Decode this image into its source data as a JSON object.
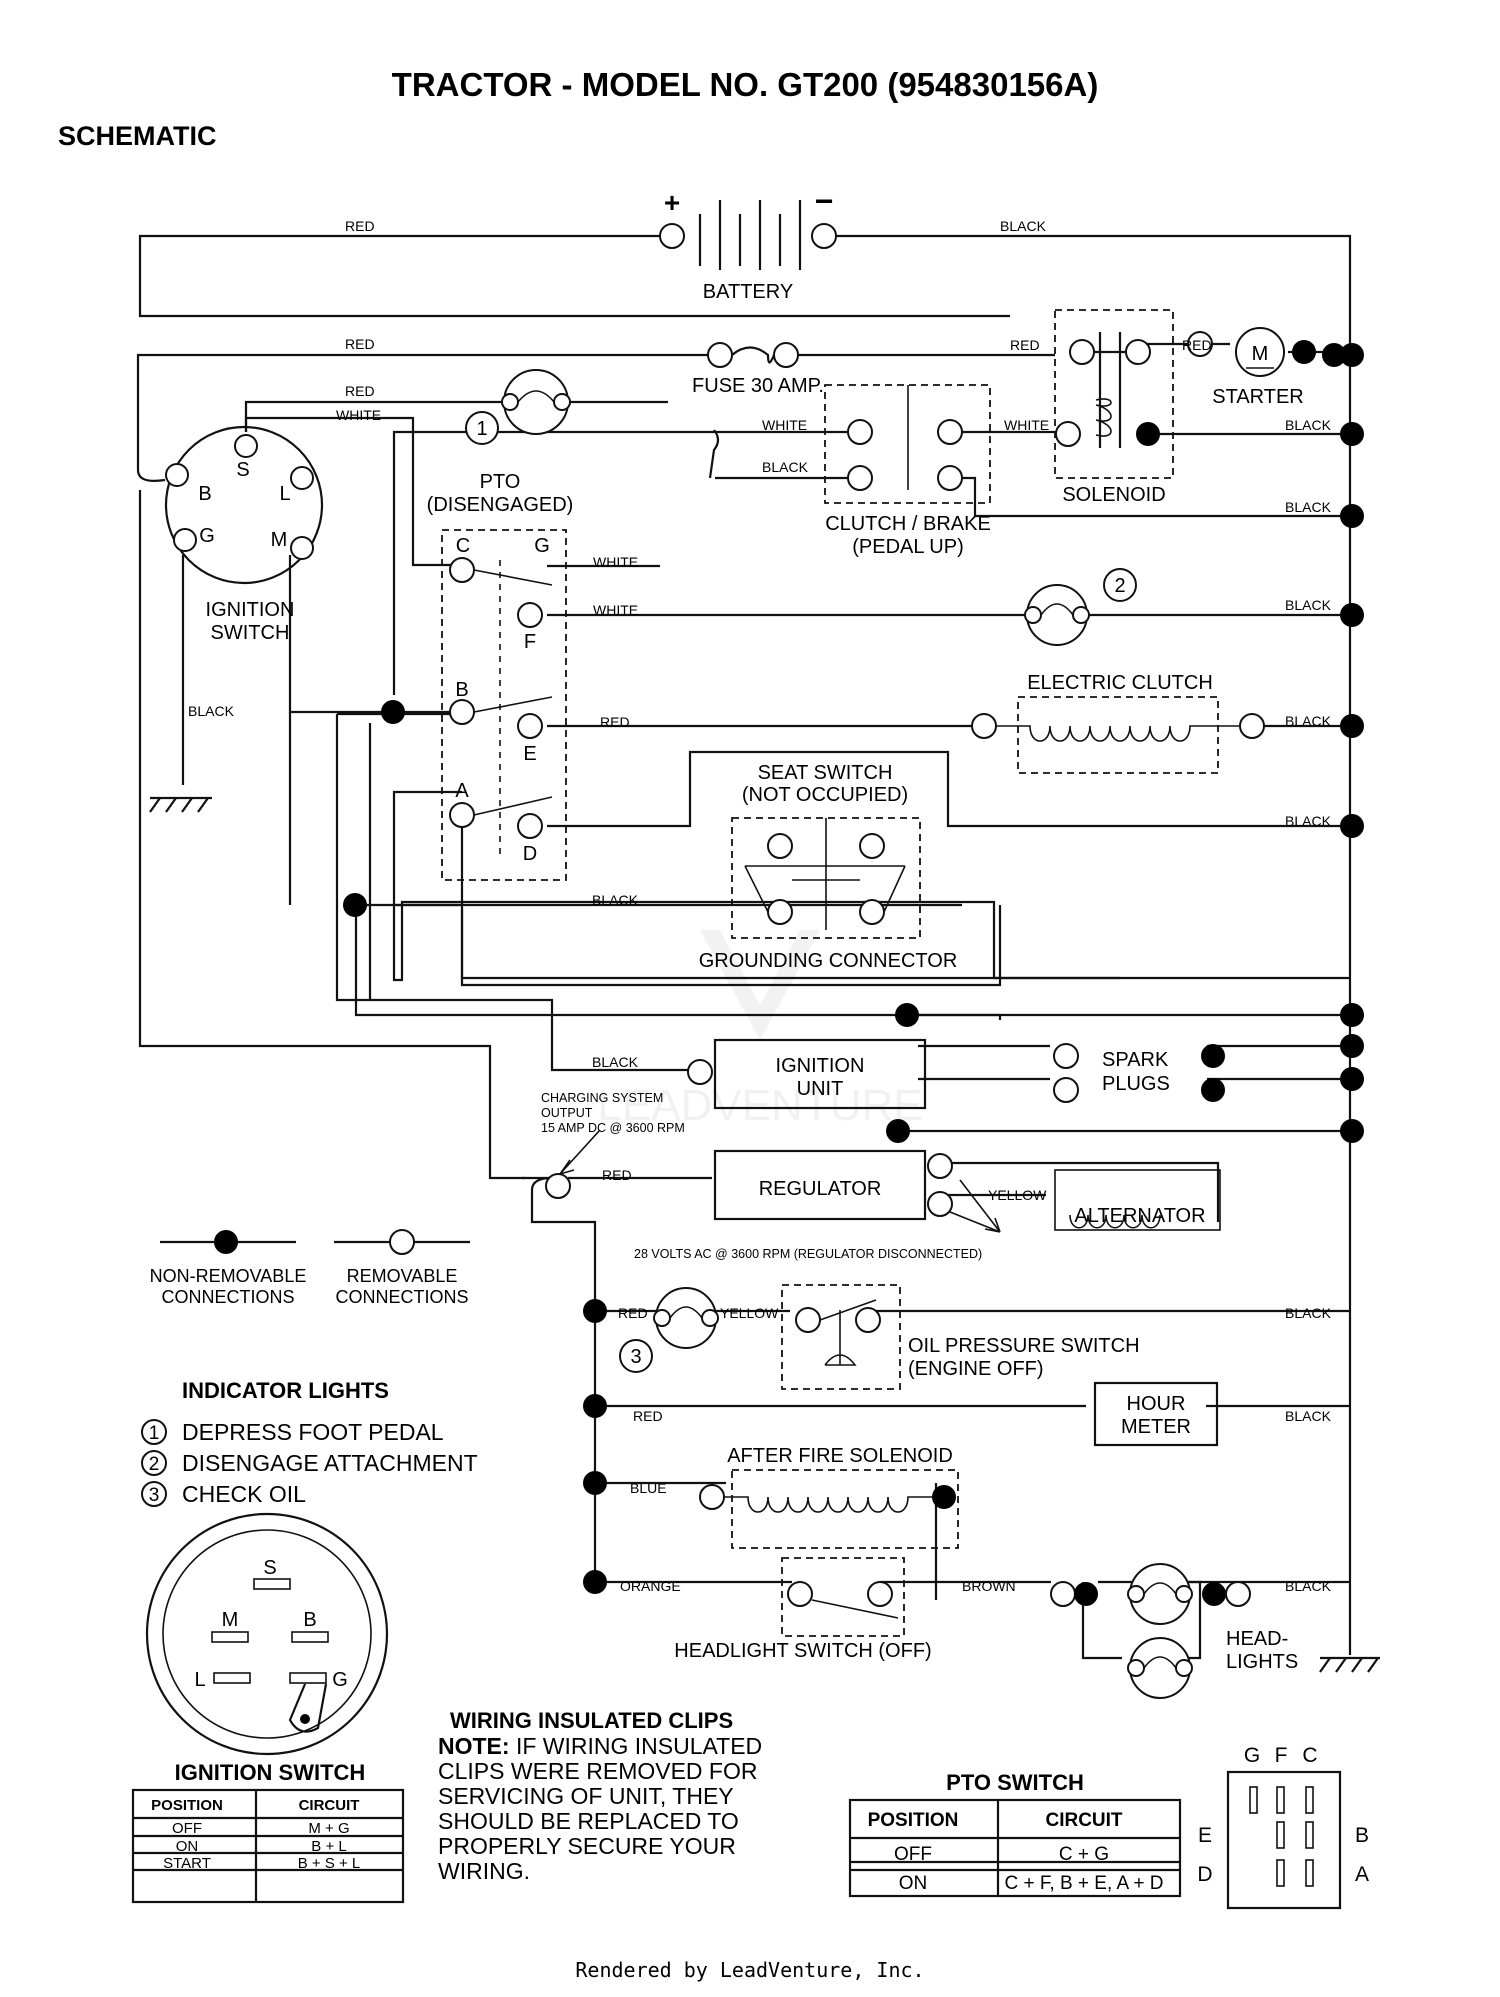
{
  "title": "TRACTOR - MODEL NO. GT200 (954830156A)",
  "subtitle": "SCHEMATIC",
  "components": {
    "battery": "BATTERY",
    "battery_pos": "+",
    "battery_neg": "−",
    "fuse": "FUSE 30 AMP.",
    "starter": "STARTER",
    "starter_motor": "M",
    "solenoid": "SOLENOID",
    "clutch_brake": [
      "CLUTCH / BRAKE",
      "(PEDAL UP)"
    ],
    "pto": [
      "PTO",
      "(DISENGAGED)"
    ],
    "ignition_switch": [
      "IGNITION",
      "SWITCH"
    ],
    "electric_clutch": "ELECTRIC CLUTCH",
    "seat_switch": [
      "SEAT SWITCH",
      "(NOT OCCUPIED)"
    ],
    "grounding_connector": "GROUNDING CONNECTOR",
    "ignition_unit": [
      "IGNITION",
      "UNIT"
    ],
    "spark_plugs": [
      "SPARK",
      "PLUGS"
    ],
    "regulator": "REGULATOR",
    "alternator": "ALTERNATOR",
    "charging_note": [
      "CHARGING SYSTEM",
      "OUTPUT",
      "15 AMP DC @ 3600 RPM"
    ],
    "ac_note": "28 VOLTS AC @ 3600 RPM (REGULATOR DISCONNECTED)",
    "oil_pressure": [
      "OIL PRESSURE SWITCH",
      "(ENGINE OFF)"
    ],
    "hour_meter": [
      "HOUR",
      "METER"
    ],
    "after_fire": "AFTER FIRE SOLENOID",
    "headlight_switch": "HEADLIGHT SWITCH (OFF)",
    "headlights": [
      "HEAD-",
      "LIGHTS"
    ]
  },
  "terminals": {
    "ignition": {
      "b": "B",
      "s": "S",
      "l": "L",
      "g": "G",
      "m": "M"
    },
    "pto": {
      "c": "C",
      "g": "G",
      "f": "F",
      "b": "B",
      "e": "E",
      "a": "A",
      "d": "D"
    }
  },
  "wires": {
    "red": "RED",
    "black": "BLACK",
    "white": "WHITE",
    "yellow": "YELLOW",
    "blue": "BLUE",
    "orange": "ORANGE",
    "brown": "BROWN"
  },
  "callouts": [
    "1",
    "2",
    "3"
  ],
  "legend": {
    "non_removable": [
      "NON-REMOVABLE",
      "CONNECTIONS"
    ],
    "removable": [
      "REMOVABLE",
      "CONNECTIONS"
    ]
  },
  "indicator_lights": {
    "title": "INDICATOR LIGHTS",
    "items": [
      {
        "num": "1",
        "text": "DEPRESS FOOT PEDAL"
      },
      {
        "num": "2",
        "text": "DISENGAGE ATTACHMENT"
      },
      {
        "num": "3",
        "text": "CHECK OIL"
      }
    ]
  },
  "ignition_face": {
    "s": "S",
    "m": "M",
    "b": "B",
    "l": "L",
    "g": "G"
  },
  "ignition_table": {
    "title": "IGNITION SWITCH",
    "headers": [
      "POSITION",
      "CIRCUIT"
    ],
    "rows": [
      [
        "OFF",
        "M + G"
      ],
      [
        "ON",
        "B + L"
      ],
      [
        "START",
        "B + S + L"
      ]
    ]
  },
  "clips_note": {
    "title": "WIRING INSULATED CLIPS",
    "note_label": "NOTE:",
    "lines": [
      " IF WIRING INSULATED",
      "CLIPS WERE REMOVED FOR",
      "SERVICING OF UNIT, THEY",
      "SHOULD BE REPLACED TO",
      "PROPERLY SECURE YOUR",
      "WIRING."
    ]
  },
  "pto_table": {
    "title": "PTO SWITCH",
    "headers": [
      "POSITION",
      "CIRCUIT"
    ],
    "rows": [
      [
        "OFF",
        "C + G"
      ],
      [
        "ON",
        "C + F, B + E, A + D"
      ]
    ]
  },
  "pto_face": {
    "top": [
      "G",
      "F",
      "C"
    ],
    "left": [
      "E",
      "D"
    ],
    "right": [
      "B",
      "A"
    ]
  },
  "watermark": "LEADVENTURE",
  "footer": "Rendered by LeadVenture, Inc."
}
